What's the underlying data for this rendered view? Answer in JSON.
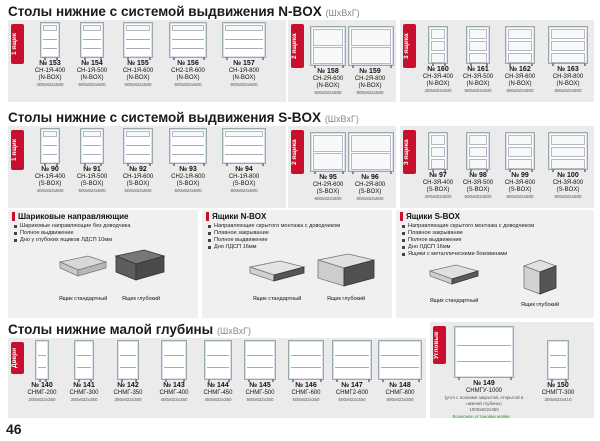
{
  "sections": {
    "nbox_title": "Столы нижние с системой выдвижения N-BOX",
    "sbox_title": "Столы нижние с системой выдвижения S-BOX",
    "shallow_title": "Столы нижние малой глубины",
    "hint": "(ШхВхГ)"
  },
  "tabs": {
    "one": "1 ящик",
    "two": "2 ящика",
    "three": "3 ящика",
    "doors": "Двери",
    "corner": "Угловые"
  },
  "nbox": [
    {
      "num": "№ 153",
      "code": "СН-1Я-400",
      "sub": "(N-BOX)",
      "dim": "400х822х500"
    },
    {
      "num": "№ 154",
      "code": "СН-1Я-500",
      "sub": "(N-BOX)",
      "dim": "500х822х500"
    },
    {
      "num": "№ 155",
      "code": "СН-1Я-600",
      "sub": "(N-BOX)",
      "dim": "600х822х500"
    },
    {
      "num": "№ 156",
      "code": "СН2-1Я-600",
      "sub": "(N-BOX)",
      "dim": "600х822х500"
    },
    {
      "num": "№ 157",
      "code": "СН-1Я-800",
      "sub": "(N-BOX)",
      "dim": "800х822х500"
    },
    {
      "num": "№ 158",
      "code": "СН-2Я-600",
      "sub": "(N-BOX)",
      "dim": "600х822х500"
    },
    {
      "num": "№ 159",
      "code": "СН-2Я-800",
      "sub": "(N-BOX)",
      "dim": "800х822х500"
    },
    {
      "num": "№ 160",
      "code": "СН-3Я-400",
      "sub": "(N-BOX)",
      "dim": "400х822х500"
    },
    {
      "num": "№ 161",
      "code": "СН-3Я-500",
      "sub": "(N-BOX)",
      "dim": "500х822х500"
    },
    {
      "num": "№ 162",
      "code": "СН-3Я-600",
      "sub": "(N-BOX)",
      "dim": "600х822х500"
    },
    {
      "num": "№ 163",
      "code": "СН-3Я-800",
      "sub": "(N-BOX)",
      "dim": "800х822х500"
    }
  ],
  "sbox": [
    {
      "num": "№ 90",
      "code": "СН-1Я-400",
      "sub": "(S-BOX)",
      "dim": "400х822х500"
    },
    {
      "num": "№ 91",
      "code": "СН-1Я-500",
      "sub": "(S-BOX)",
      "dim": "500х822х500"
    },
    {
      "num": "№ 92",
      "code": "СН-1Я-600",
      "sub": "(S-BOX)",
      "dim": "600х822х500"
    },
    {
      "num": "№ 93",
      "code": "СН2-1Я-600",
      "sub": "(S-BOX)",
      "dim": "600х822х500"
    },
    {
      "num": "№ 94",
      "code": "СН-1Я-800",
      "sub": "(S-BOX)",
      "dim": "800х822х500"
    },
    {
      "num": "№ 95",
      "code": "СН-2Я-600",
      "sub": "(S-BOX)",
      "dim": "600х822х500"
    },
    {
      "num": "№ 96",
      "code": "СН-2Я-800",
      "sub": "(S-BOX)",
      "dim": "800х822х500"
    },
    {
      "num": "№ 97",
      "code": "СН-3Я-400",
      "sub": "(S-BOX)",
      "dim": "400х822х500"
    },
    {
      "num": "№ 98",
      "code": "СН-3Я-500",
      "sub": "(S-BOX)",
      "dim": "500х822х500"
    },
    {
      "num": "№ 99",
      "code": "СН-3Я-600",
      "sub": "(S-BOX)",
      "dim": "600х822х500"
    },
    {
      "num": "№ 100",
      "code": "СН-3Я-800",
      "sub": "(S-BOX)",
      "dim": "800х822х500"
    }
  ],
  "info": [
    {
      "title": "Шариковые направляющие",
      "items": [
        "Шариковые направляющие без доводчика",
        "Полное выдвижение",
        "Дно у глубоких ящиков ЛДСП 10мм"
      ],
      "cap1": "Ящик стандартный",
      "cap2": "Ящик глубокий"
    },
    {
      "title": "Ящики N-BOX",
      "items": [
        "Направляющие скрытого монтажа с доводчиком",
        "Плавное закрывание",
        "Полное выдвижение",
        "Дно ЛДСП 16мм"
      ],
      "cap1": "Ящик стандартный",
      "cap2": "Ящик глубокий"
    },
    {
      "title": "Ящики S-BOX",
      "items": [
        "Направляющие скрытого монтажа с доводчиком",
        "Плавное закрывание",
        "Полное выдвижение",
        "Дно ЛДСП 16мм",
        "Ящики с металлическими боковинами"
      ],
      "cap1": "Ящик стандартный",
      "cap2": "Ящик глубокий"
    }
  ],
  "shallow": [
    {
      "num": "№ 140",
      "code": "СНМГ-200",
      "dim": "200х822х350"
    },
    {
      "num": "№ 141",
      "code": "СНМГ-300",
      "dim": "300х822х350"
    },
    {
      "num": "№ 142",
      "code": "СНМГ-350",
      "dim": "350х822х350"
    },
    {
      "num": "№ 143",
      "code": "СНМГ-400",
      "dim": "400х822х350"
    },
    {
      "num": "№ 144",
      "code": "СНМГ-450",
      "dim": "450х822х350"
    },
    {
      "num": "№ 145",
      "code": "СНМГ-500",
      "dim": "500х822х350"
    },
    {
      "num": "№ 146",
      "code": "СНМГ-600",
      "dim": "600х822х350"
    },
    {
      "num": "№ 147",
      "code": "СНМГ2-600",
      "dim": "600х822х350"
    },
    {
      "num": "№ 148",
      "code": "СНМГ-800",
      "dim": "800х822х350"
    }
  ],
  "corner": [
    {
      "num": "№ 149",
      "code": "СНМГУ-1000",
      "note": "(угол с полками закрытой, открытой и нижней глубины)",
      "dim": "1000х822х350"
    },
    {
      "num": "№ 150",
      "code": "СНМГТ-300",
      "dim": "300х822х410"
    }
  ],
  "corner_note": "Возможен установки мойки",
  "page_number": "46"
}
